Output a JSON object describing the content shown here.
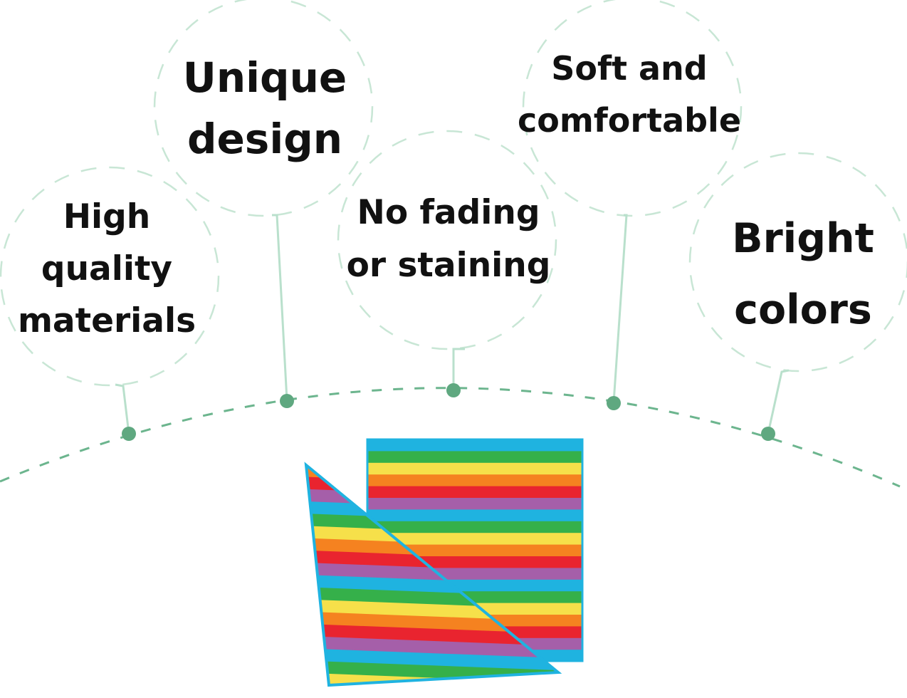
{
  "features": [
    {
      "line1": "High",
      "line2": "quality",
      "line3": "materials"
    },
    {
      "line1": "Unique",
      "line2": "design"
    },
    {
      "line1": "No fading",
      "line2": "or staining"
    },
    {
      "line1": "Soft and",
      "line2": "comfortable"
    },
    {
      "line1": "Bright",
      "line2": "colors"
    }
  ],
  "colors": {
    "accent_dot": "#5fa880",
    "connector_line": "#b9e0cc",
    "circle_dash": "#c8e6d5",
    "curve_dash": "#6cb58e",
    "text": "#111111",
    "stripes": [
      "#1fb3e0",
      "#35b04a",
      "#f6e04a",
      "#f58220",
      "#e9242f",
      "#a55fa9"
    ]
  },
  "product": {
    "icon": "rainbow-striped-bandana-image"
  }
}
